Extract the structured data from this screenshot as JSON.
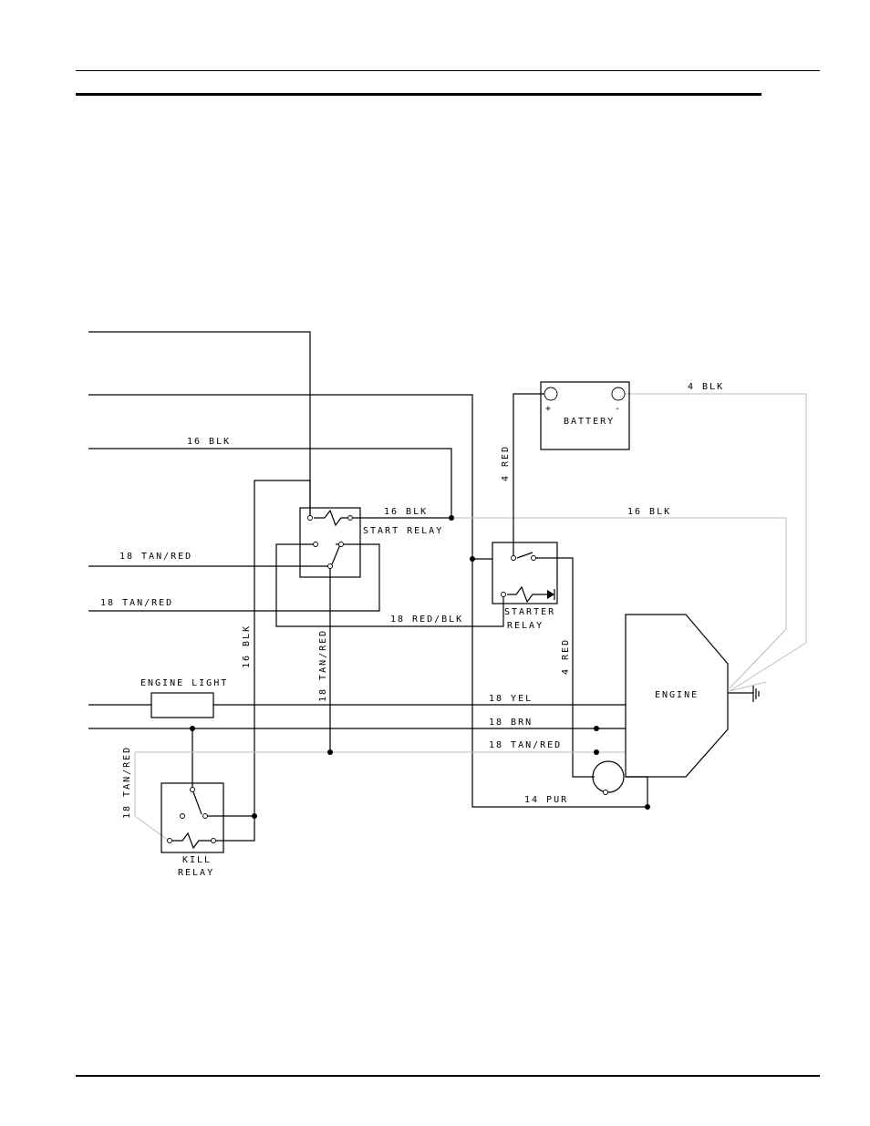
{
  "labels": {
    "wire_16blk_a": "16 BLK",
    "wire_16blk_b": "16 BLK",
    "wire_16blk_c": "16 BLK",
    "wire_16blk_vert": "16 BLK",
    "wire_4blk": "4 BLK",
    "wire_4red_a": "4 RED",
    "wire_4red_b": "4 RED",
    "wire_18tanred_a": "18 TAN/RED",
    "wire_18tanred_b": "18 TAN/RED",
    "wire_18tanred_vert": "18 TAN/RED",
    "wire_18tanred_kill": "18 TAN/RED",
    "wire_18tanred_engine": "18 TAN/RED",
    "wire_18redblk": "18 RED/BLK",
    "wire_18yel": "18 YEL",
    "wire_18brn": "18 BRN",
    "wire_14pur": "14 PUR",
    "battery": "BATTERY",
    "battery_plus": "+",
    "battery_minus": "-",
    "start_relay": "START RELAY",
    "starter_relay_1": "STARTER",
    "starter_relay_2": "RELAY",
    "kill_relay_1": "KILL",
    "kill_relay_2": "RELAY",
    "engine": "ENGINE",
    "engine_light": "ENGINE LIGHT"
  },
  "colors": {
    "wire": "#000000",
    "ground_wire": "#bdbdbd",
    "background": "#ffffff"
  }
}
